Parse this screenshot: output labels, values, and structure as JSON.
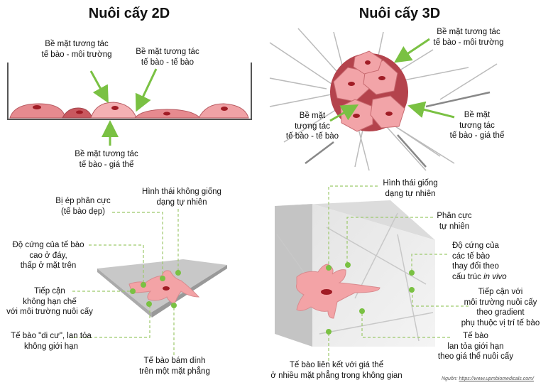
{
  "titles": {
    "left": "Nuôi cấy 2D",
    "right": "Nuôi cấy 3D"
  },
  "top2d": {
    "cell_medium": [
      "Bề mặt tương tác",
      "tế bào - môi trường"
    ],
    "cell_cell": [
      "Bề mặt tương tác",
      "tế bào - tế bào"
    ],
    "cell_scaffold": [
      "Bề mặt tương tác",
      "tế bào - giá thể"
    ]
  },
  "top3d": {
    "cell_medium": [
      "Bề mặt tương tác",
      "tế bào - môi trường"
    ],
    "cell_cell": [
      "Bề mặt",
      "tương tác",
      "tế bào - tế bào"
    ],
    "cell_scaffold": [
      "Bề mặt",
      "tương tác",
      "tế bào - giá thể"
    ]
  },
  "bottom2d": {
    "polarity": [
      "Bị ép phân cực",
      "(tế bào dẹp)"
    ],
    "morphology": [
      "Hình thái không giống",
      "dạng tự nhiên"
    ],
    "stiffness": [
      "Độ cứng của tế bào",
      "cao ở đáy,",
      "thấp ở mặt trên"
    ],
    "access": [
      "Tiếp cận",
      "không hạn chế",
      "với môi trường nuôi cấy"
    ],
    "migration": [
      "Tế bào \"di cư\", lan tỏa",
      "không giới hạn"
    ],
    "adhesion": [
      "Tế bào bám dính",
      "trên một mặt phẳng"
    ]
  },
  "bottom3d": {
    "morphology": [
      "Hình thái giống",
      "dạng tự nhiên"
    ],
    "polarity": [
      "Phân cực",
      "tự nhiên"
    ],
    "stiffness": [
      "Độ cứng của",
      "các tế bào",
      "thay đổi theo",
      "cấu trúc ",
      "in vivo"
    ],
    "access": [
      "Tiếp cận với",
      "môi trường nuôi cấy",
      "theo gradient",
      "phụ thuộc vị trí tế bào"
    ],
    "spread": [
      "Tế bào",
      "lan tỏa giới hạn",
      "theo giá thể nuôi cấy"
    ],
    "binding": [
      "Tế bào liên kết với giá thể",
      "ở nhiều mặt phẳng trong không gian"
    ]
  },
  "source": {
    "label": "Nguồn: ",
    "url": "https://www.upmbiomedicals.com/"
  },
  "colors": {
    "green": "#7ac143",
    "cell": "#f3a3a6",
    "nucleus": "#c0202a",
    "plate": "#c8c8c8"
  }
}
